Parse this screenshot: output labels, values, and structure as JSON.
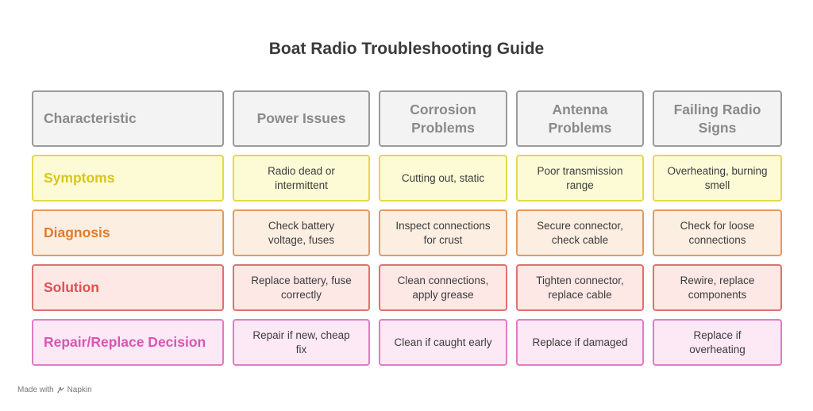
{
  "title": "Boat Radio Troubleshooting Guide",
  "headers": [
    "Characteristic",
    "Power Issues",
    "Corrosion Problems",
    "Antenna Problems",
    "Failing Radio Signs"
  ],
  "rows": [
    {
      "label": "Symptoms",
      "cells": [
        "Radio dead or intermittent",
        "Cutting out, static",
        "Poor transmission range",
        "Overheating, burning smell"
      ]
    },
    {
      "label": "Diagnosis",
      "cells": [
        "Check battery voltage, fuses",
        "Inspect connections for crust",
        "Secure connector, check cable",
        "Check for loose connections"
      ]
    },
    {
      "label": "Solution",
      "cells": [
        "Replace battery, fuse correctly",
        "Clean connections, apply grease",
        "Tighten connector, replace cable",
        "Rewire, replace components"
      ]
    },
    {
      "label": "Repair/Replace Decision",
      "cells": [
        "Repair if new, cheap fix",
        "Clean if caught early",
        "Replace if damaged",
        "Replace if overheating"
      ]
    }
  ],
  "colors": {
    "symptoms": "#d8c61a",
    "diagnosis": "#df7c2e",
    "solution": "#e05050",
    "repair_replace": "#d955b4"
  },
  "footer": {
    "made_with": "Made with",
    "brand": "Napkin",
    "icon": "napkin-logo-icon"
  }
}
